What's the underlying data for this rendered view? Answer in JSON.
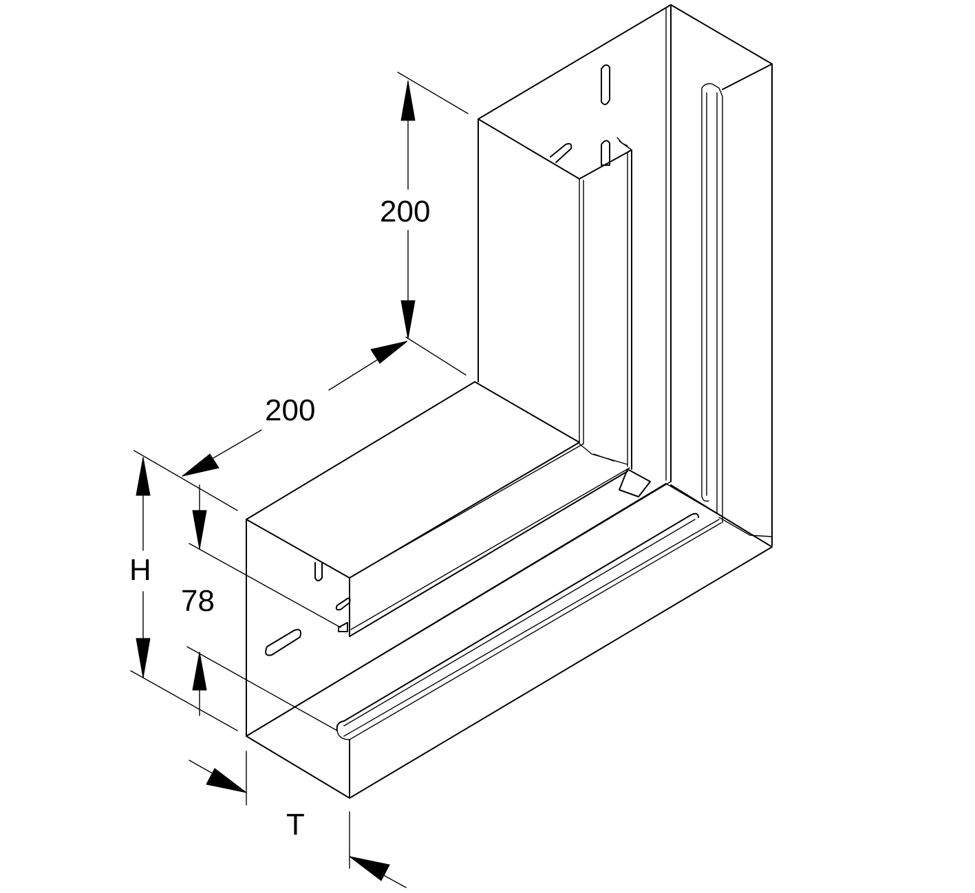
{
  "dimensions": {
    "vertical_leg_length": "200",
    "horizontal_leg_length": "200",
    "height_symbol": "H",
    "inner_height": "78",
    "depth_symbol": "T"
  },
  "colors": {
    "line": "#000000",
    "background": "#ffffff"
  }
}
